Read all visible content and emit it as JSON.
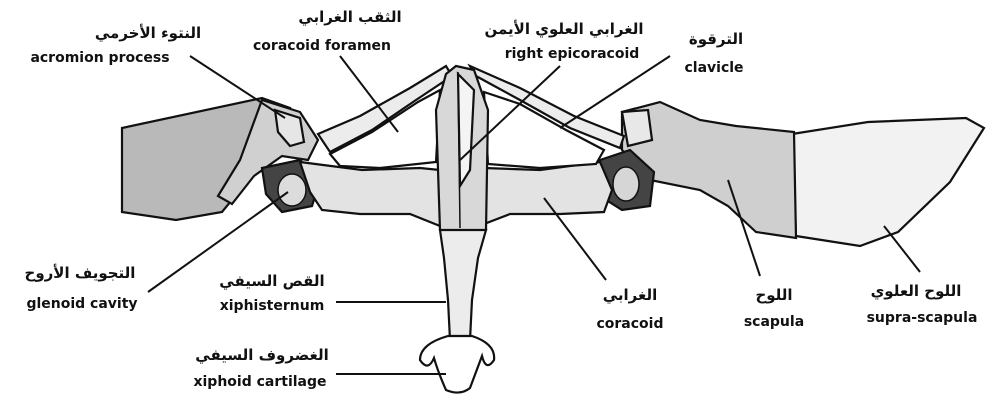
{
  "labels": {
    "acromion": {
      "ar": "النتوء الأخرمي",
      "en": "acromion process"
    },
    "coracoid_foramen": {
      "ar": "الثقب الغرابي",
      "en": "coracoid foramen"
    },
    "right_epicoracoid": {
      "ar": "الغرابي العلوي الأيمن",
      "en": "right epicoracoid"
    },
    "clavicle": {
      "ar": "الترقوة",
      "en": "clavicle"
    },
    "glenoid_cavity": {
      "ar": "التجويف الأروح",
      "en": "glenoid cavity"
    },
    "xiphisternum": {
      "ar": "القص السيفي",
      "en": "xiphisternum"
    },
    "xiphoid_cartilage": {
      "ar": "الغضروف السيفي",
      "en": "xiphoid cartilage"
    },
    "coracoid": {
      "ar": "الغرابي",
      "en": "coracoid"
    },
    "scapula": {
      "ar": "اللوح",
      "en": "scapula"
    },
    "supra_scapula": {
      "ar": "اللوح العلوي",
      "en": "supra-scapula"
    }
  },
  "colors": {
    "ink": "#111111",
    "bone_light": "#eeeeee",
    "bone_mid": "#bdbdbd",
    "bone_dark": "#555555",
    "background": "#ffffff"
  }
}
